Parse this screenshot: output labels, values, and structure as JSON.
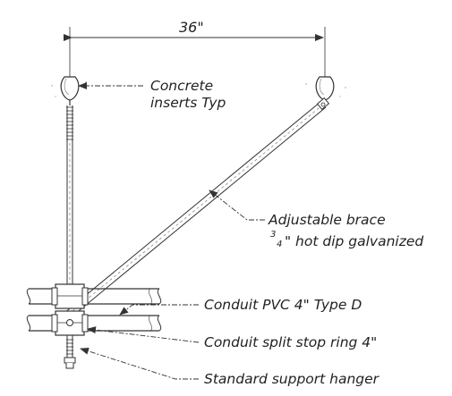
{
  "dimension": {
    "label": "36\""
  },
  "callouts": {
    "concrete_inserts": {
      "line1": "Concrete",
      "line2": "inserts Typ"
    },
    "adjustable_brace": {
      "line1": "Adjustable brace",
      "line2_numerator": "3",
      "line2_denominator": "4",
      "line2_rest": "\" hot dip galvanized"
    },
    "conduit": {
      "text": "Conduit PVC 4\" Type D"
    },
    "stop_ring": {
      "text": "Conduit split stop ring 4\""
    },
    "support_hanger": {
      "text": "Standard support hanger"
    }
  }
}
